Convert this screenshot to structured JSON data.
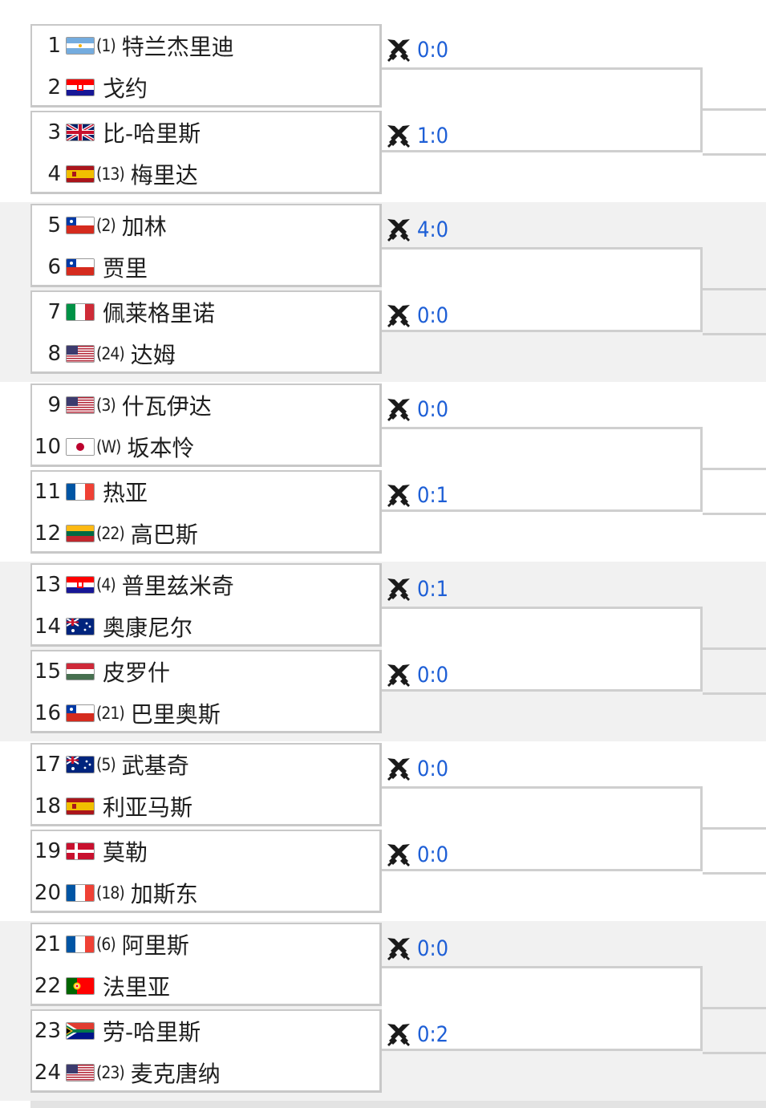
{
  "sections": [
    {
      "players": [
        {
          "num": "1",
          "flag": "argentina",
          "seed": "(1)",
          "name": "特兰杰里迪"
        },
        {
          "num": "2",
          "flag": "croatia",
          "seed": "",
          "name": "戈约"
        },
        {
          "num": "3",
          "flag": "uk",
          "seed": "",
          "name": "比-哈里斯"
        },
        {
          "num": "4",
          "flag": "spain",
          "seed": "(13)",
          "name": "梅里达"
        }
      ],
      "scores": [
        "0:0",
        "1:0"
      ]
    },
    {
      "players": [
        {
          "num": "5",
          "flag": "chile",
          "seed": "(2)",
          "name": "加林"
        },
        {
          "num": "6",
          "flag": "chile",
          "seed": "",
          "name": "贾里"
        },
        {
          "num": "7",
          "flag": "italy",
          "seed": "",
          "name": "佩莱格里诺"
        },
        {
          "num": "8",
          "flag": "usa",
          "seed": "(24)",
          "name": "达姆"
        }
      ],
      "scores": [
        "4:0",
        "0:0"
      ]
    },
    {
      "players": [
        {
          "num": "9",
          "flag": "usa",
          "seed": "(3)",
          "name": "什瓦伊达"
        },
        {
          "num": "10",
          "flag": "japan",
          "seed": "(W)",
          "name": "坂本怜"
        },
        {
          "num": "11",
          "flag": "france",
          "seed": "",
          "name": "热亚"
        },
        {
          "num": "12",
          "flag": "lithuania",
          "seed": "(22)",
          "name": "高巴斯"
        }
      ],
      "scores": [
        "0:0",
        "0:1"
      ]
    },
    {
      "players": [
        {
          "num": "13",
          "flag": "croatia",
          "seed": "(4)",
          "name": "普里兹米奇"
        },
        {
          "num": "14",
          "flag": "australia",
          "seed": "",
          "name": "奥康尼尔"
        },
        {
          "num": "15",
          "flag": "hungary",
          "seed": "",
          "name": "皮罗什"
        },
        {
          "num": "16",
          "flag": "chile",
          "seed": "(21)",
          "name": "巴里奥斯"
        }
      ],
      "scores": [
        "0:1",
        "0:0"
      ]
    },
    {
      "players": [
        {
          "num": "17",
          "flag": "australia",
          "seed": "(5)",
          "name": "武基奇"
        },
        {
          "num": "18",
          "flag": "spain",
          "seed": "",
          "name": "利亚马斯"
        },
        {
          "num": "19",
          "flag": "denmark",
          "seed": "",
          "name": "莫勒"
        },
        {
          "num": "20",
          "flag": "france",
          "seed": "(18)",
          "name": "加斯东"
        }
      ],
      "scores": [
        "0:0",
        "0:0"
      ]
    },
    {
      "players": [
        {
          "num": "21",
          "flag": "france",
          "seed": "(6)",
          "name": "阿里斯"
        },
        {
          "num": "22",
          "flag": "portugal",
          "seed": "",
          "name": "法里亚"
        },
        {
          "num": "23",
          "flag": "south-africa",
          "seed": "",
          "name": "劳-哈里斯"
        },
        {
          "num": "24",
          "flag": "usa",
          "seed": "(23)",
          "name": "麦克唐纳"
        }
      ],
      "scores": [
        "0:0",
        "0:2"
      ]
    }
  ],
  "icon": "crossed-swords-icon",
  "colors": {
    "score": "#1e5fd6",
    "tint": "#f1f1f1",
    "border": "#c8c8c8"
  }
}
